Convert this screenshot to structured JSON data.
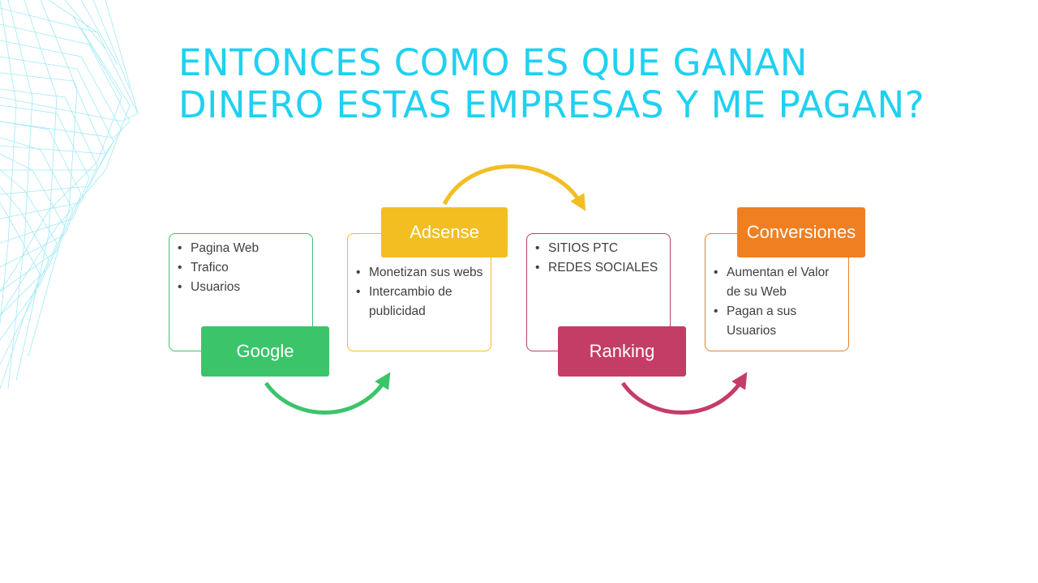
{
  "title_line1": "ENTONCES COMO ES QUE GANAN",
  "title_line2": "DINERO ESTAS EMPRESAS Y ME PAGAN?",
  "colors": {
    "title": "#1fd1f0",
    "google": "#3cc46a",
    "adsense": "#f2be22",
    "ranking": "#c43d67",
    "conversiones": "#f07f22"
  },
  "steps": [
    {
      "label": "Google",
      "bullets": [
        "Pagina Web",
        "Trafico",
        "Usuarios"
      ]
    },
    {
      "label": "Adsense",
      "bullets": [
        "Monetizan sus webs",
        "Intercambio de publicidad"
      ]
    },
    {
      "label": "Ranking",
      "bullets": [
        "SITIOS PTC",
        "REDES SOCIALES"
      ]
    },
    {
      "label": "Conversiones",
      "bullets": [
        "Aumentan el Valor de su Web",
        "Pagan  a sus Usuarios"
      ]
    }
  ]
}
